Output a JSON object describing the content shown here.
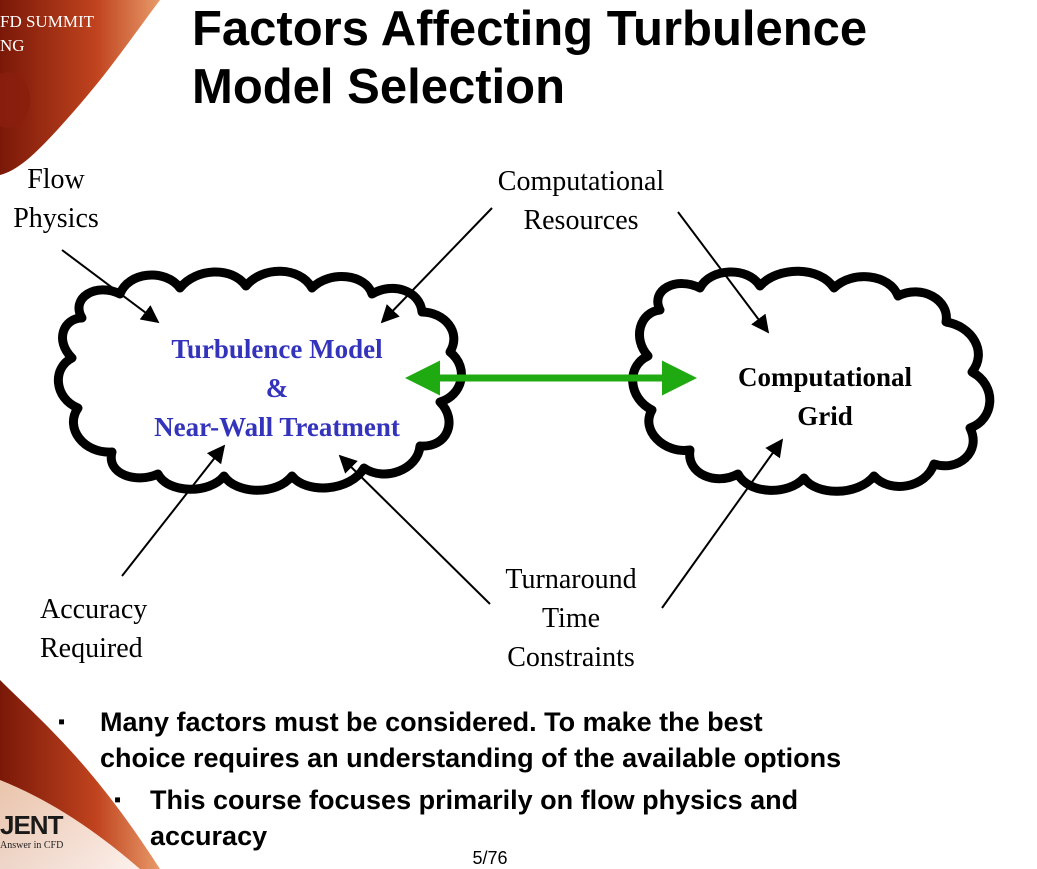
{
  "banner": {
    "line1": "FD SUMMIT",
    "line2": "NG",
    "brand": "JENT",
    "tagline": "Answer in CFD",
    "colors": {
      "deep": "#7a1808",
      "mid": "#c0431e",
      "light": "#e89a6a",
      "pale": "#f6d7bd"
    }
  },
  "title": {
    "line1": "Factors Affecting Turbulence",
    "line2": "Model Selection"
  },
  "labels": {
    "flow_physics": [
      "Flow",
      "Physics"
    ],
    "computational_resources": [
      "Computational",
      "Resources"
    ],
    "accuracy_required": [
      "Accuracy",
      "Required"
    ],
    "turnaround": [
      "Turnaround",
      "Time",
      "Constraints"
    ]
  },
  "clouds": {
    "model": {
      "lines": [
        "Turbulence  Model",
        "&",
        "Near-Wall Treatment"
      ],
      "color": "#3333bb"
    },
    "grid": {
      "lines": [
        "Computational",
        "Grid"
      ],
      "color": "#000000"
    }
  },
  "connector_color": "#1faa12",
  "bullets": [
    {
      "level": 1,
      "lines": [
        "Many factors must be considered.  To make the best",
        "choice requires an understanding of the available options"
      ]
    },
    {
      "level": 2,
      "lines": [
        "This course focuses primarily on flow physics and",
        "accuracy"
      ]
    }
  ],
  "bullet_glyph": "▪",
  "page_number": "5/76"
}
